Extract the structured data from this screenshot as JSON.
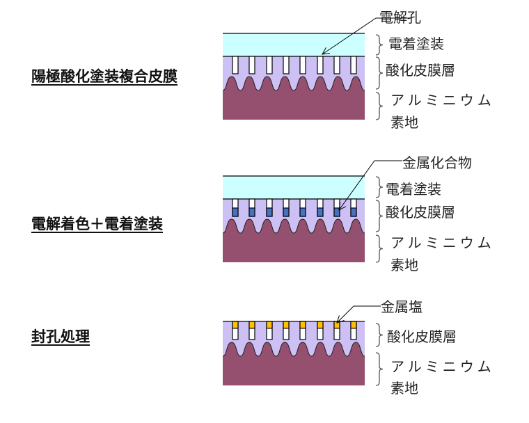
{
  "colors": {
    "coating": "#ccffff",
    "oxide": "#ccc0f5",
    "aluminum": "#955070",
    "pore": "#ffffff",
    "metal_compound": "#4472c4",
    "metal_salt": "#ffc000",
    "line": "#000000",
    "bracket": "#555555"
  },
  "panels": [
    {
      "id": "anodic-composite",
      "title": "陽極酸化塗装複合皮膜",
      "has_coating": true,
      "pore_fill": "none",
      "callout": "電解孔",
      "layers": [
        "電着塗装",
        "酸化皮膜層"
      ],
      "substrate_lines": [
        "アルミニウム",
        "素地"
      ]
    },
    {
      "id": "electrolytic-coloring",
      "title": "電解着色＋電着塗装",
      "has_coating": true,
      "pore_fill": "bottom",
      "callout": "金属化合物",
      "layers": [
        "電着塗装",
        "酸化皮膜層"
      ],
      "substrate_lines": [
        "アルミニウム",
        "素地"
      ]
    },
    {
      "id": "sealing",
      "title": "封孔処理",
      "has_coating": false,
      "pore_fill": "top",
      "callout": "金属塩",
      "layers": [
        "酸化皮膜層"
      ],
      "substrate_lines": [
        "アルミニウム",
        "素地"
      ]
    }
  ],
  "pore_count": 8
}
